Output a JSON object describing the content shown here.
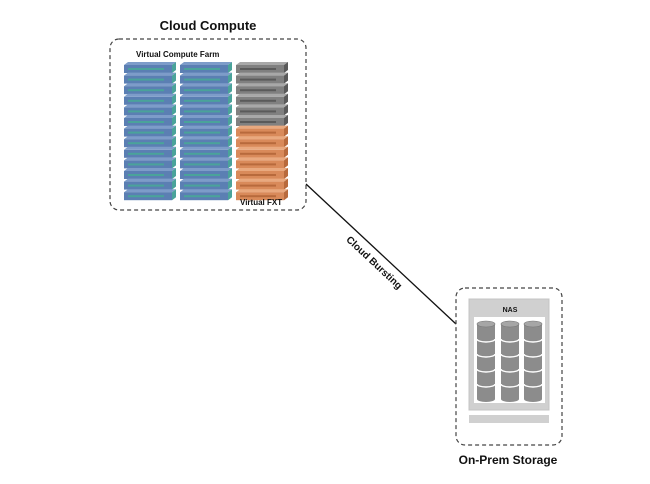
{
  "cloud": {
    "title": "Cloud Compute",
    "farm_label": "Virtual Compute Farm",
    "fxt_label": "Virtual FXT"
  },
  "link": {
    "label": "Cloud Bursting"
  },
  "onprem": {
    "title": "On-Prem Storage",
    "nas_label": "NAS"
  },
  "colors": {
    "compute_blue": "#5b7fb3",
    "compute_teal": "#4aa39a",
    "server_gray": "#808080",
    "fxt_orange": "#d98a5a",
    "nas_panel": "#d0d0d0",
    "disk_gray": "#8c8c8c",
    "dashed_border": "#444444"
  },
  "server_stack": {
    "blue_units_per_column": 13,
    "gray_units": 6,
    "orange_units": 7
  },
  "nas": {
    "cylinders": 3,
    "disks_per_cylinder": 5
  }
}
